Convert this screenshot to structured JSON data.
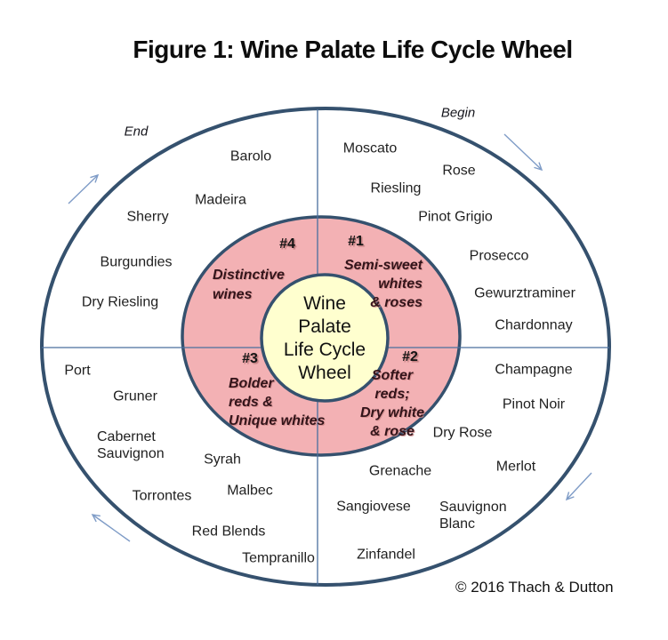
{
  "title": "Figure 1: Wine Palate Life Cycle Wheel",
  "copyright": "© 2016 Thach & Dutton",
  "flow": {
    "begin_label": "Begin",
    "end_label": "End"
  },
  "center": {
    "label": "Wine\nPalate\nLife Cycle\nWheel"
  },
  "stages": [
    {
      "number": "#1",
      "label": "Semi-sweet\nwhites\n& roses"
    },
    {
      "number": "#2",
      "label": "Softer\nreds;\nDry white\n& rose"
    },
    {
      "number": "#3",
      "label": "Bolder\nreds &\nUnique whites"
    },
    {
      "number": "#4",
      "label": "Distinctive\nwines"
    }
  ],
  "wines": {
    "q1_top_right": [
      "Moscato",
      "Rose",
      "Riesling",
      "Pinot Grigio",
      "Prosecco",
      "Gewurztraminer",
      "Chardonnay"
    ],
    "q2_bottom_right": [
      "Champagne",
      "Pinot Noir",
      "Dry Rose",
      "Merlot",
      "Grenache",
      "Sangiovese",
      "Sauvignon Blanc",
      "Zinfandel"
    ],
    "q3_bottom_left": [
      "Port",
      "Gruner",
      "Cabernet Sauvignon",
      "Syrah",
      "Torrontes",
      "Malbec",
      "Red Blends",
      "Tempranillo"
    ],
    "q4_top_left": [
      "Barolo",
      "Madeira",
      "Sherry",
      "Burgundies",
      "Dry Riesling"
    ]
  },
  "colors": {
    "outline": "#35516e",
    "outer_fill": "#ffffff",
    "ring_fill": "#f3b1b4",
    "center_fill": "#ffffcf",
    "divider": "#4a6f9e",
    "arrow": "#7f9cc7"
  }
}
